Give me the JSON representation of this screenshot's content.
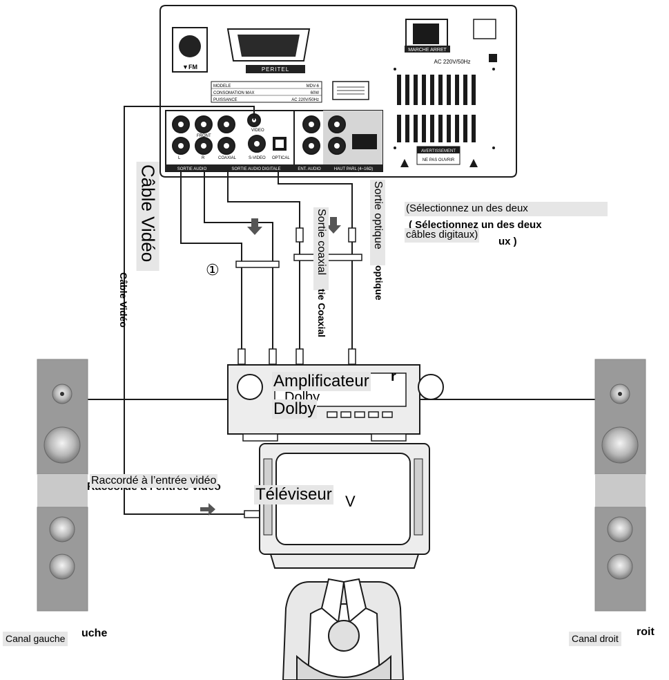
{
  "device": {
    "fm_label": "▼FM",
    "peritel_label": "PERITEL",
    "power_switch_label": "MARCHE  ARRET",
    "ac_label": "AC 220V/50Hz",
    "spec_rows": [
      {
        "key": "MODELE",
        "val": "MDV-6"
      },
      {
        "key": "CONSOMATION MAX",
        "val": "60W"
      },
      {
        "key": "PUISSANCE",
        "val": "AC 220V/50Hz"
      }
    ],
    "warning_title": "AVERTISSEMENT",
    "warning_text": "NE PAS OUVRIR",
    "jack_labels": {
      "video": "VIDEO",
      "svideo": "S-VIDEO",
      "optical": "OPTICAL",
      "coaxial": "COAXIAL",
      "l": "L",
      "r": "R",
      "front": "FRONT"
    },
    "sortie_audio": "SORTIE AUDIO",
    "sortie_audio_digitale": "SORTIE AUDIO DIGITALE",
    "ent_audio": "ENT. AUDIO",
    "haut_parl": "HAUT PARL (4~16Ω)"
  },
  "labels": {
    "cable_video_overlay": "Câble Vidéo",
    "cable_video_bold": "Câble Vidéo",
    "sortie_coaxial_overlay": "Sortie coaxial",
    "sortie_coaxial_bold": "tie Coaxial",
    "sortie_optique_overlay": "Sortie optique",
    "sortie_optique_bold": "optique",
    "select_overlay_line1": "(Sélectionnez   un   des   deux",
    "select_overlay_line2": "câbles digitaux)",
    "select_bold_line1": "( Sélectionnez un des deux",
    "select_bold_line2": "ux )",
    "circle_one": "①",
    "amplifier_overlay_line1": "Amplificateur",
    "amplifier_overlay_line2": "Dolby",
    "amplifier_bold_line1": "r",
    "amplifier_bold_line2": "Dolby",
    "raccorde_overlay": "Raccordé à l’entrée vidéo",
    "raccorde_bold": "Raccordé à l’entrée vidéo",
    "televiseur_overlay": "Téléviseur",
    "televiseur_bold": "V",
    "canal_gauche_overlay": "Canal gauche",
    "canal_gauche_bold": "uche",
    "canal_droit_overlay": "Canal droit",
    "canal_droit_bold": "roit"
  },
  "colors": {
    "line": "#1a1a1a",
    "panel": "#ffffff",
    "speaker_dark": "#9a9a9a",
    "speaker_light": "#c9c9c9",
    "overlay_bg": "#e6e6e6"
  }
}
